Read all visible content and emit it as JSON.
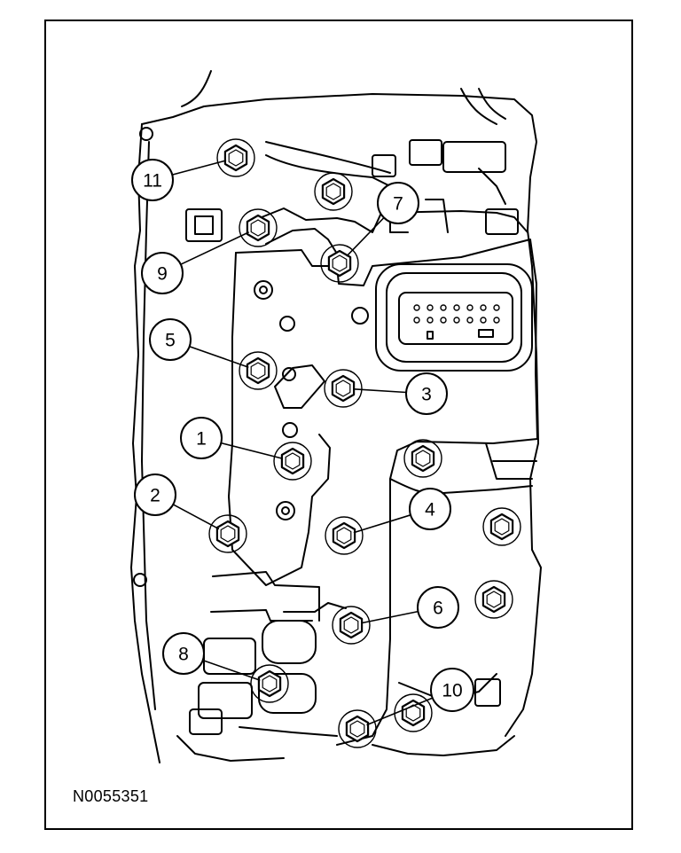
{
  "figure_id": "N0055351",
  "callouts": [
    {
      "label": "1"
    },
    {
      "label": "2"
    },
    {
      "label": "3"
    },
    {
      "label": "4"
    },
    {
      "label": "5"
    },
    {
      "label": "6"
    },
    {
      "label": "7"
    },
    {
      "label": "8"
    },
    {
      "label": "9"
    },
    {
      "label": "10"
    },
    {
      "label": "11"
    }
  ],
  "colors": {
    "line": "#000000",
    "background": "#ffffff"
  }
}
